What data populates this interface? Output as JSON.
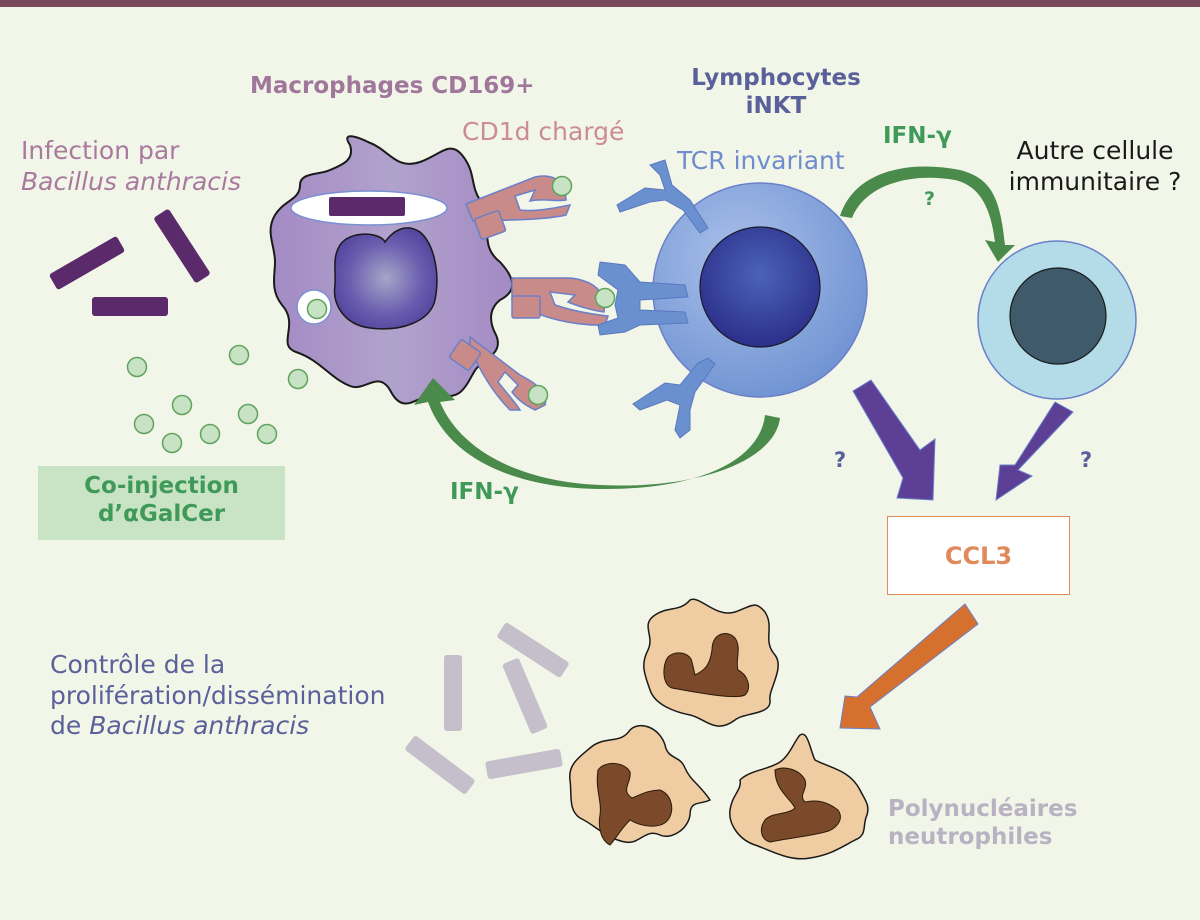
{
  "labels": {
    "infection_line1": "Infection par",
    "infection_line2": "Bacillus anthracis",
    "macrophages": "Macrophages CD169+",
    "cd1d": "CD1d chargé",
    "lymphocytes_line1": "Lymphocytes",
    "lymphocytes_line2": "iNKT",
    "tcr": "TCR invariant",
    "ifn_top": "IFN-γ",
    "ifn_top_question": "?",
    "autre_line1": "Autre cellule",
    "autre_line2": "immunitaire ?",
    "coinjection_line1": "Co-injection",
    "coinjection_line2": "d’αGalCer",
    "ifn_bottom": "IFN-γ",
    "question_left": "?",
    "question_right": "?",
    "ccl3": "CCL3",
    "controle_line1": "Contrôle de la",
    "controle_line2": "prolifération/dissémination",
    "controle_line3_prefix": "de ",
    "controle_line3_italic": "Bacillus anthracis",
    "polynucleaires_line1": "Polynucléaires",
    "polynucleaires_line2": "neutrophiles"
  },
  "colors": {
    "background": "#f1f6e9",
    "top_bar": "#7a4a5a",
    "bacteria": "#5a2a6a",
    "bacteria_faded": "#c4bfcb",
    "macrophage": "#a48ac4",
    "macrophage_nucleus": "#5a4c9e",
    "cd1d": "#c98a8a",
    "tcr": "#6a90d0",
    "inkt_cell": "#86a6dc",
    "inkt_nucleus": "#30389a",
    "other_cell": "#b3dbe8",
    "other_nucleus": "#3f5a6a",
    "ifn_arrow": "#4a8a4a",
    "ifn_text": "#3f9a5a",
    "purple_arrow": "#5d3f96",
    "orange_arrow": "#d5702f",
    "ccl3_text": "#e0895a",
    "neutrophil": "#f0cca3",
    "neutrophil_nucleus": "#7a4a2a",
    "agalcer_dot": "#c7e3c3",
    "label_pink": "#a97a9e",
    "label_blue": "#5a609a"
  }
}
